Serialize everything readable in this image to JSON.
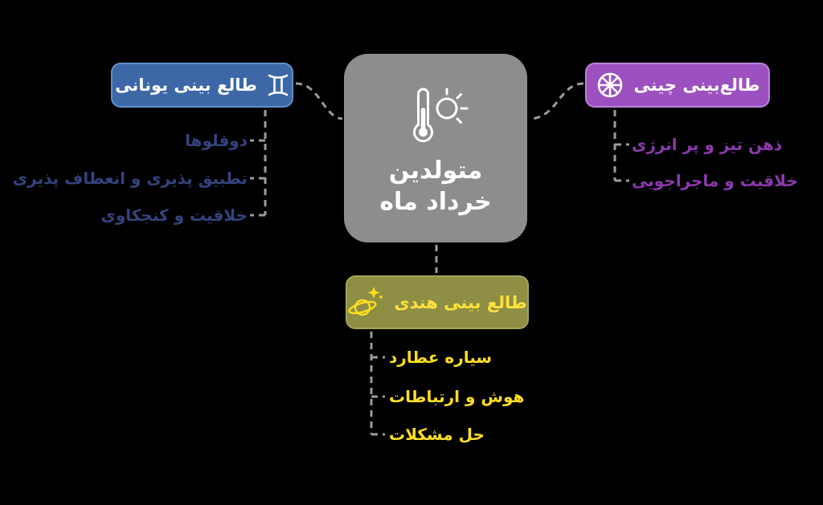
{
  "title": "متولدین خرداد ماه",
  "center": {
    "line1": "متولدین",
    "line2": "خرداد ماه",
    "icon": "thermometer-sun-icon"
  },
  "branches": {
    "greek": {
      "label": "طالع بینی یونانی",
      "icon": "gemini-icon",
      "items": [
        "دوقلوها",
        "تطبیق پذیری و انعطاف پذیری",
        "خلاقیت و کنجکاوی"
      ]
    },
    "chinese": {
      "label": "طالع‌بینی چینی",
      "icon": "chinese-wheel-icon",
      "items": [
        "ذهن تیز و پر انرژی",
        "خلاقیت و ماجراجویی"
      ]
    },
    "indian": {
      "label": "طالع بینی هندی",
      "icon": "planet-icon",
      "items": [
        "سیاره عطارد",
        "هوش و ارتباطات",
        "حل مشکلات"
      ]
    }
  },
  "colors": {
    "background": "#000000",
    "center-bg": "#8d8d8d",
    "center-text": "#ffffff",
    "greek-bg": "#3c68a8",
    "greek-border": "#6390c6",
    "greek-item": "#34437e",
    "chinese-bg": "#9d50c0",
    "chinese-border": "#bb84d9",
    "chinese-item": "#8b39ad",
    "indian-bg": "#8e8e44",
    "indian-border": "#a5a556",
    "indian-text": "#ffe23a",
    "indian-item": "#ffdf1e",
    "connector": "#9b9b9b"
  }
}
